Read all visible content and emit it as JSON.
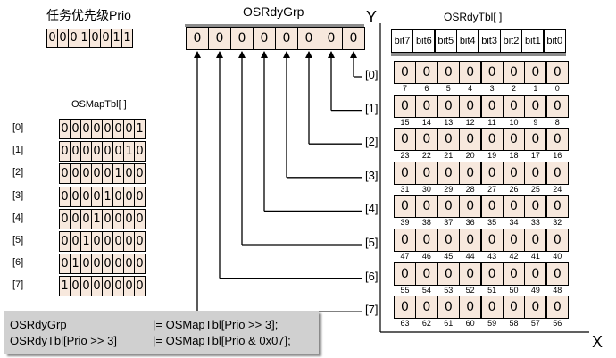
{
  "prio": {
    "title": "任务优先级Prio",
    "bits": [
      "0",
      "0",
      "0",
      "1",
      "0",
      "0",
      "1",
      "1"
    ]
  },
  "map_tbl": {
    "title": "OSMapTbl[ ]",
    "rows": [
      {
        "label": "[0]",
        "bits": [
          "0",
          "0",
          "0",
          "0",
          "0",
          "0",
          "0",
          "1"
        ]
      },
      {
        "label": "[1]",
        "bits": [
          "0",
          "0",
          "0",
          "0",
          "0",
          "0",
          "1",
          "0"
        ]
      },
      {
        "label": "[2]",
        "bits": [
          "0",
          "0",
          "0",
          "0",
          "0",
          "1",
          "0",
          "0"
        ]
      },
      {
        "label": "[3]",
        "bits": [
          "0",
          "0",
          "0",
          "0",
          "1",
          "0",
          "0",
          "0"
        ]
      },
      {
        "label": "[4]",
        "bits": [
          "0",
          "0",
          "0",
          "1",
          "0",
          "0",
          "0",
          "0"
        ]
      },
      {
        "label": "[5]",
        "bits": [
          "0",
          "0",
          "1",
          "0",
          "0",
          "0",
          "0",
          "0"
        ]
      },
      {
        "label": "[6]",
        "bits": [
          "0",
          "1",
          "0",
          "0",
          "0",
          "0",
          "0",
          "0"
        ]
      },
      {
        "label": "[7]",
        "bits": [
          "1",
          "0",
          "0",
          "0",
          "0",
          "0",
          "0",
          "0"
        ]
      }
    ]
  },
  "rdy_grp": {
    "title": "OSRdyGrp",
    "bits": [
      "0",
      "0",
      "0",
      "0",
      "0",
      "0",
      "0",
      "0"
    ],
    "group_labels": [
      "[0]",
      "[1]",
      "[2]",
      "[3]",
      "[4]",
      "[5]",
      "[6]",
      "[7]"
    ]
  },
  "rdy_tbl": {
    "title": "OSRdyTbl[ ]",
    "headers": [
      "bit7",
      "bit6",
      "bit5",
      "bit4",
      "bit3",
      "bit2",
      "bit1",
      "bit0"
    ],
    "rows": [
      {
        "bits": [
          "0",
          "0",
          "0",
          "0",
          "0",
          "0",
          "0",
          "0"
        ],
        "nums": [
          "7",
          "6",
          "5",
          "4",
          "3",
          "2",
          "1",
          "0"
        ]
      },
      {
        "bits": [
          "0",
          "0",
          "0",
          "0",
          "0",
          "0",
          "0",
          "0"
        ],
        "nums": [
          "15",
          "14",
          "13",
          "12",
          "11",
          "10",
          "9",
          "8"
        ]
      },
      {
        "bits": [
          "0",
          "0",
          "0",
          "0",
          "0",
          "0",
          "0",
          "0"
        ],
        "nums": [
          "23",
          "22",
          "21",
          "20",
          "19",
          "18",
          "17",
          "16"
        ]
      },
      {
        "bits": [
          "0",
          "0",
          "0",
          "0",
          "0",
          "0",
          "0",
          "0"
        ],
        "nums": [
          "31",
          "30",
          "29",
          "28",
          "27",
          "26",
          "25",
          "24"
        ]
      },
      {
        "bits": [
          "0",
          "0",
          "0",
          "0",
          "0",
          "0",
          "0",
          "0"
        ],
        "nums": [
          "39",
          "38",
          "37",
          "36",
          "35",
          "34",
          "33",
          "32"
        ]
      },
      {
        "bits": [
          "0",
          "0",
          "0",
          "0",
          "0",
          "0",
          "0",
          "0"
        ],
        "nums": [
          "47",
          "46",
          "45",
          "44",
          "43",
          "42",
          "41",
          "40"
        ]
      },
      {
        "bits": [
          "0",
          "0",
          "0",
          "0",
          "0",
          "0",
          "0",
          "0"
        ],
        "nums": [
          "55",
          "54",
          "53",
          "52",
          "51",
          "50",
          "49",
          "48"
        ]
      },
      {
        "bits": [
          "0",
          "0",
          "0",
          "0",
          "0",
          "0",
          "0",
          "0"
        ],
        "nums": [
          "63",
          "62",
          "61",
          "60",
          "59",
          "58",
          "57",
          "56"
        ]
      }
    ]
  },
  "axes": {
    "y": "Y",
    "x": "X"
  },
  "code": [
    {
      "left": "OSRdyGrp",
      "right": "|= OSMapTbl[Prio >> 3];"
    },
    {
      "left": "OSRdyTbl[Prio >> 3]",
      "right": "|= OSMapTbl[Prio & 0x07];"
    }
  ]
}
